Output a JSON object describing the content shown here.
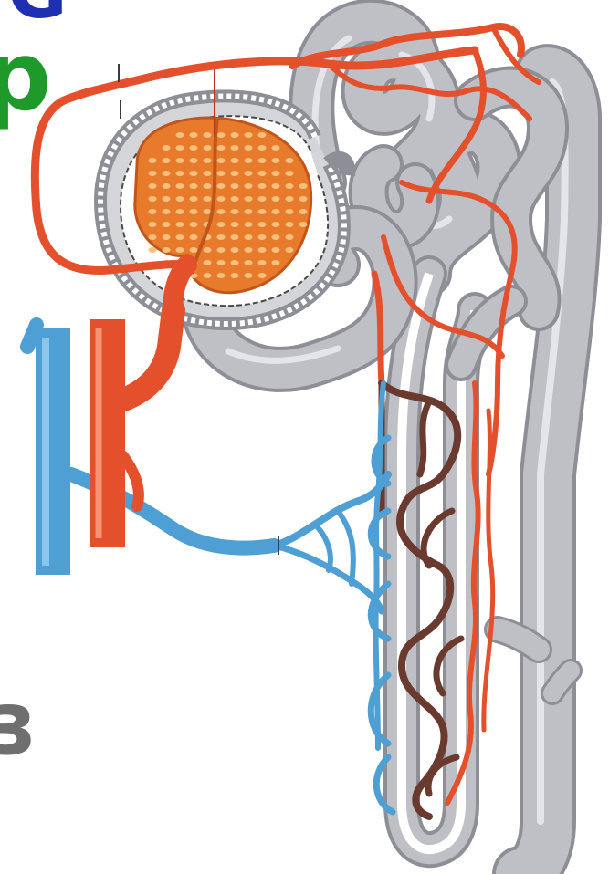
{
  "palette": {
    "background": "#ffffff",
    "tubule": "#bfc0c6",
    "tubule_shade": "#8e8f96",
    "tubule_highlight": "#e4e5ea",
    "artery": "#e5502c",
    "artery_dark": "#b9321a",
    "vein": "#4e9fd3",
    "vein_dark": "#2f78b4",
    "capillary_dark": "#6a3a2e",
    "glomerulus": "#e87a2c",
    "glomerulus_light": "#f6c07c",
    "capsule_outline": "#4a4a4a",
    "edge_text_blue": "#1e2fb2",
    "edge_text_green": "#1e9a2a",
    "edge_text_gray": "#6f6f6f"
  },
  "edge_glyphs": {
    "top": "G",
    "green": "р",
    "bottom": "з"
  },
  "icons": [
    "nephron-illustration"
  ]
}
